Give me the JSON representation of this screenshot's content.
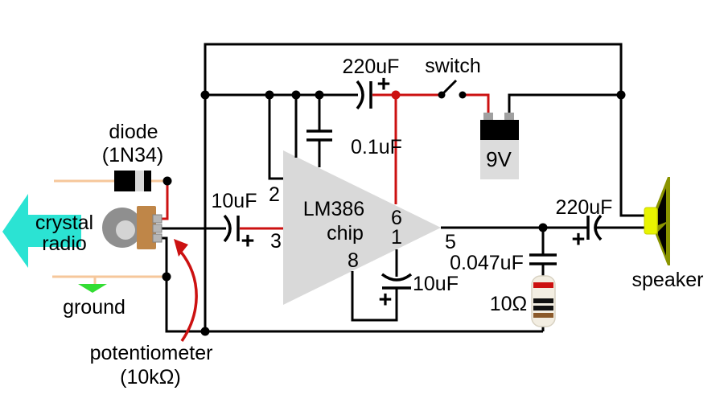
{
  "diagram": {
    "title": "LM386 crystal radio amplifier schematic",
    "labels": {
      "diode": "diode",
      "diode_part": "(1N34)",
      "crystal_1": "crystal",
      "crystal_2": "radio",
      "ground": "ground",
      "potentiometer": "potentiometer",
      "pot_value": "(10kΩ)",
      "input_cap": "10uF",
      "bypass_cap": "0.1uF",
      "supply_cap": "220uF",
      "switch": "switch",
      "battery": "9V",
      "chip_line1": "LM386",
      "chip_line2": "chip",
      "pin1": "1",
      "pin2": "2",
      "pin3": "3",
      "pin5": "5",
      "pin6": "6",
      "pin8": "8",
      "gain_cap": "10uF",
      "snubber_cap": "0.047uF",
      "snubber_res": "10Ω",
      "output_cap": "220uF",
      "speaker": "speaker",
      "plus": "+"
    },
    "colors": {
      "wire_black": "#000000",
      "wire_red": "#cc1111",
      "wire_peach": "#f6c79b",
      "arrow_cyan": "#2be3d3",
      "ground_green": "#33dd33",
      "chip_gray": "#d9d9d9",
      "pot_gray": "#8f8f8f",
      "pot_body_tan": "#bf8648",
      "battery_body": "#dcdcdc",
      "resistor_body": "#f3eee2",
      "speaker_yellow": "#e8f400",
      "speaker_olive": "#8a9400"
    }
  }
}
